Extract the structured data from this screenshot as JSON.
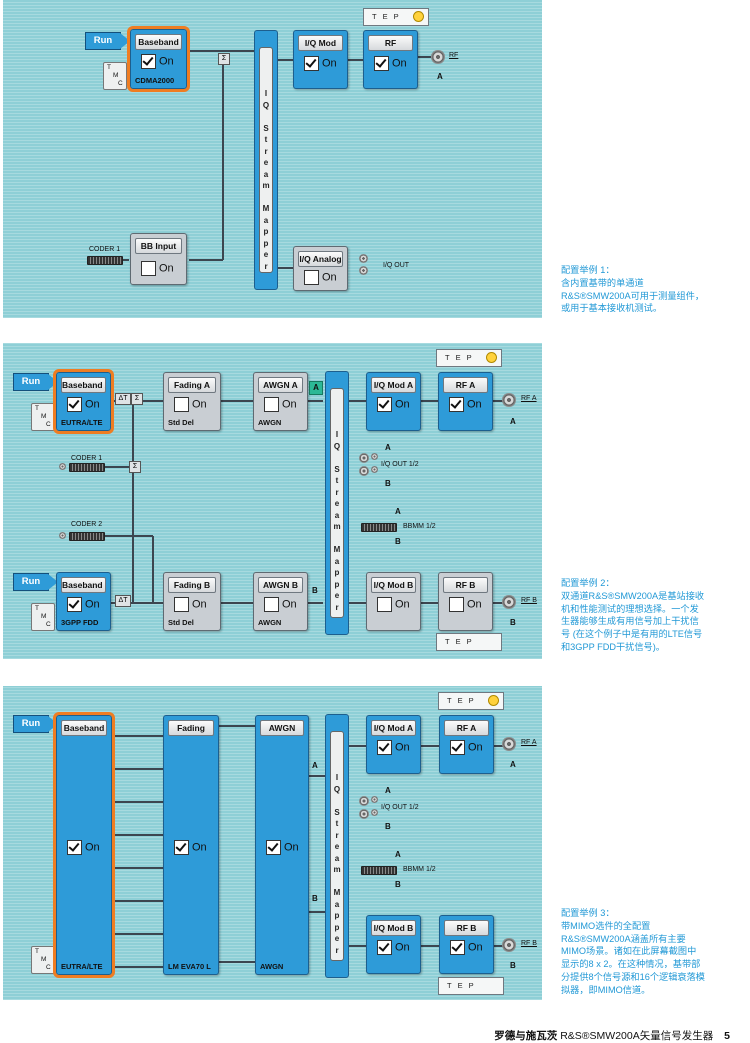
{
  "diagram1": {
    "run": "Run",
    "tmc": [
      "T",
      "M",
      "C"
    ],
    "baseband": {
      "title": "Baseband",
      "on": "On",
      "sub": "CDMA2000"
    },
    "bbinput": {
      "title": "BB Input",
      "on": "On"
    },
    "coder1": "CODER 1",
    "mapper": "IQStreamMapper",
    "iqmod": {
      "title": "I/Q Mod",
      "on": "On"
    },
    "rf": {
      "title": "RF",
      "on": "On"
    },
    "rf_out": "RF",
    "rf_label": "A",
    "iqanalog": {
      "title": "I/Q Analog",
      "on": "On"
    },
    "iq_out": "I/Q OUT",
    "tep": "TEP",
    "sum": "Σ"
  },
  "diagram2": {
    "run_a": "Run",
    "run_b": "Run",
    "tmc": [
      "T",
      "M",
      "C"
    ],
    "baseband_a": {
      "title": "Baseband A",
      "on": "On",
      "sub": "EUTRA/LTE"
    },
    "baseband_b": {
      "title": "Baseband B",
      "on": "On",
      "sub": "3GPP FDD"
    },
    "fading_a": {
      "title": "Fading A",
      "on": "On",
      "sub": "Std Del"
    },
    "fading_b": {
      "title": "Fading B",
      "on": "On",
      "sub": "Std Del"
    },
    "awgn_a": {
      "title": "AWGN A",
      "on": "On",
      "sub": "AWGN"
    },
    "awgn_b": {
      "title": "AWGN B",
      "on": "On",
      "sub": "AWGN"
    },
    "coder1": "CODER 1",
    "coder2": "CODER 2",
    "mapper": "IQStreamMapper",
    "iqmod_a": {
      "title": "I/Q Mod A",
      "on": "On"
    },
    "iqmod_b": {
      "title": "I/Q Mod B",
      "on": "On"
    },
    "rf_a": {
      "title": "RF A",
      "on": "On"
    },
    "rf_b": {
      "title": "RF B",
      "on": "On"
    },
    "rf_a_out": "RF A",
    "rf_b_out": "RF B",
    "label_a": "A",
    "label_b": "B",
    "iq_out": "I/Q OUT 1/2",
    "bbmm": "BBMM 1/2",
    "tep": "TEP",
    "sum": "Σ",
    "delta": "ΔT"
  },
  "diagram3": {
    "run": "Run",
    "tmc": [
      "T",
      "M",
      "C"
    ],
    "baseband": {
      "title": "Baseband",
      "on": "On",
      "sub": "EUTRA/LTE"
    },
    "fading": {
      "title": "Fading",
      "on": "On",
      "sub": "LM EVA70 L"
    },
    "awgn": {
      "title": "AWGN",
      "on": "On",
      "sub": "AWGN"
    },
    "mapper": "IQStreamMapper",
    "iqmod_a": {
      "title": "I/Q Mod A",
      "on": "On"
    },
    "iqmod_b": {
      "title": "I/Q Mod B",
      "on": "On"
    },
    "rf_a": {
      "title": "RF A",
      "on": "On"
    },
    "rf_b": {
      "title": "RF B",
      "on": "On"
    },
    "rf_a_out": "RF A",
    "rf_b_out": "RF B",
    "label_a": "A",
    "label_b": "B",
    "iq_out": "I/Q OUT 1/2",
    "bbmm": "BBMM 1/2",
    "tep": "TEP"
  },
  "captions": {
    "c1": [
      "配置举例 1：",
      "含内置基带的单通道",
      "R&S®SMW200A可用于测量组件，",
      "或用于基本接收机测试。"
    ],
    "c2": [
      "配置举例 2：",
      "双通道R&S®SMW200A是基站接收",
      "机和性能测试的理想选择。一个发",
      "生器能够生成有用信号加上干扰信",
      "号 (在这个例子中是有用的LTE信号",
      "和3GPP FDD干扰信号)。"
    ],
    "c3": [
      "配置举例 3：",
      "带MIMO选件的全配置",
      "R&S®SMW200A涵盖所有主要",
      "MIMO场景。诸如在此屏幕截图中",
      "显示的8 x 2。在这种情况，基带部",
      "分提供8个信号源和16个逻辑衰落模",
      "拟器，即MIMO信道。"
    ]
  },
  "footer": {
    "brand": "罗德与施瓦茨",
    "product": "R&S®SMW200A矢量信号发生器",
    "page": "5"
  }
}
